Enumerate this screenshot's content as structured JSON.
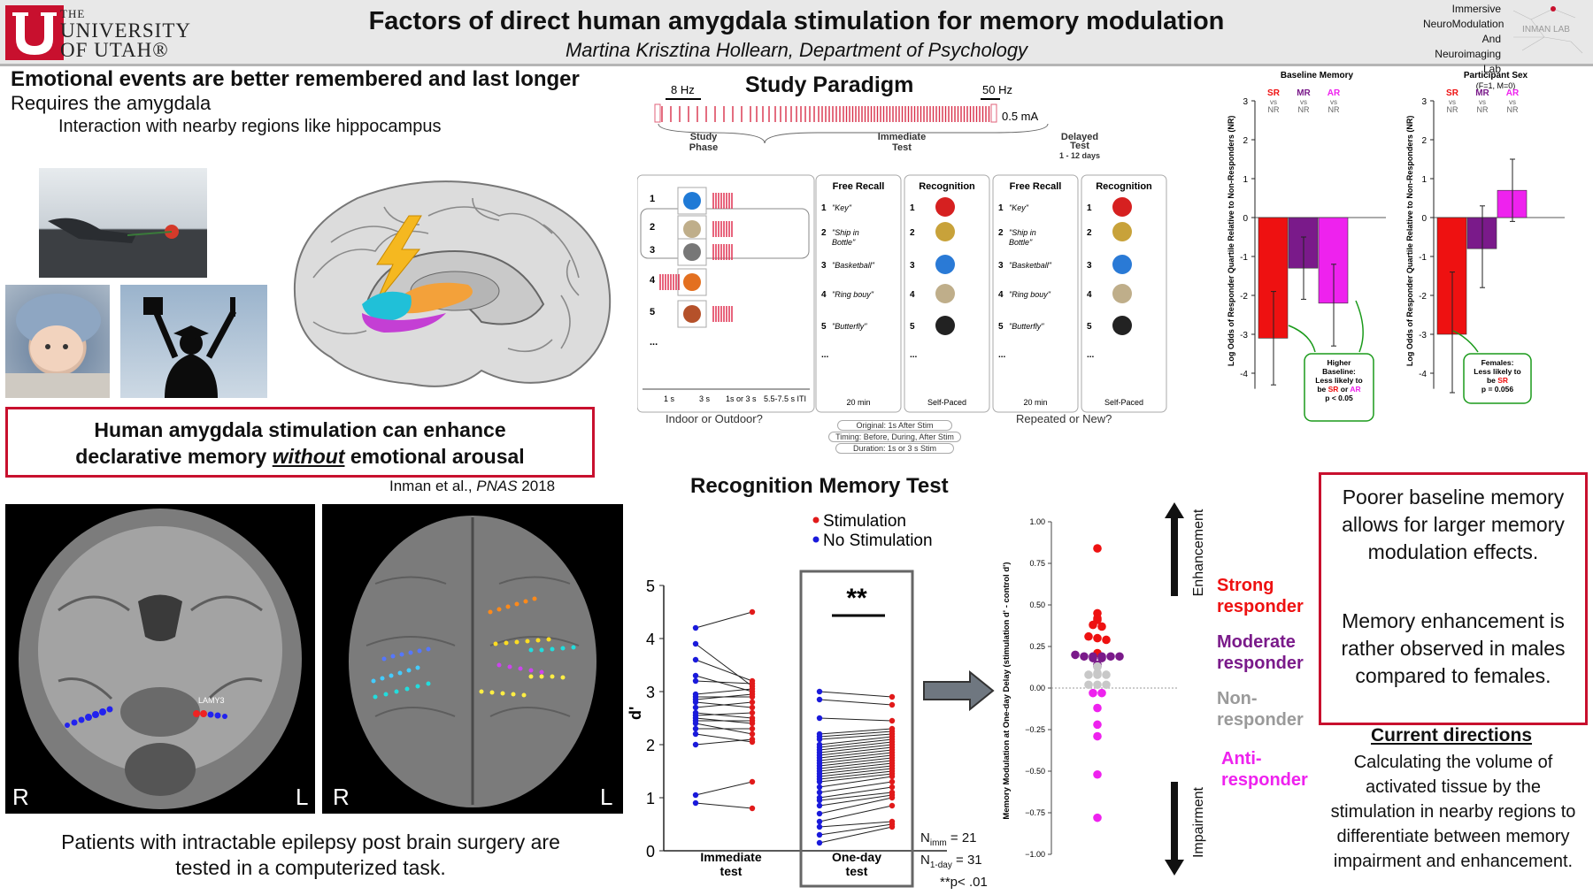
{
  "header": {
    "title": "Factors of direct human amygdala stimulation for memory modulation",
    "subtitle": "Martina Krisztina Hollearn, Department of Psychology",
    "university": {
      "the": "THE",
      "name1": "UNIVERSITY",
      "name2": "OF UTAH®"
    },
    "lab": {
      "line1": "Immersive",
      "line2": "NeuroModulation",
      "line3": "And Neuroimaging",
      "line4": "Lab",
      "logo_text": "INMAN LAB"
    }
  },
  "intro": {
    "heading": "Emotional events are better remembered and last longer",
    "line1": "Requires the amygdala",
    "line2": "Interaction with nearby regions like hippocampus"
  },
  "highlight": {
    "line1": "Human amygdala stimulation can enhance",
    "line2_pre": "declarative memory ",
    "line2_em": "without",
    "line2_post": " emotional arousal"
  },
  "citation": {
    "authors": "Inman et al., ",
    "journal": "PNAS",
    "year": " 2018"
  },
  "mri": {
    "left_R": "R",
    "left_L": "L",
    "right_R": "R",
    "right_L": "L",
    "electrode_label": "LAMY3"
  },
  "patients": {
    "line1": "Patients with intractable epilepsy post brain surgery are",
    "line2": "tested in a computerized task."
  },
  "paradigm": {
    "title": "Study Paradigm",
    "freq_low": "8 Hz",
    "freq_high": "50 Hz",
    "current": "0.5 mA",
    "phase_study": "Study\nPhase",
    "phase_immediate": "Immediate\nTest",
    "phase_delayed": "Delayed\nTest",
    "phase_delay_days": "1 - 12 days",
    "study_items": [
      "1",
      "2",
      "3",
      "4",
      "5",
      "..."
    ],
    "timing": [
      "1 s",
      "3 s",
      "1s or 3 s",
      "5.5-7.5 s ITI"
    ],
    "study_question": "Indoor or Outdoor?",
    "free_recall_title": "Free Recall",
    "recognition_title": "Recognition",
    "free_recall_items": [
      {
        "n": "1",
        "w": "\"Key\""
      },
      {
        "n": "2",
        "w": "\"Ship in Bottle\""
      },
      {
        "n": "3",
        "w": "\"Basketball\""
      },
      {
        "n": "4",
        "w": "\"Ring bouy\""
      },
      {
        "n": "5",
        "w": "\"Butterfly\""
      },
      {
        "n": "...",
        "w": ""
      }
    ],
    "recognition_items": [
      "1",
      "2",
      "3",
      "4",
      "5",
      "..."
    ],
    "time_20min": "20 min",
    "self_paced": "Self-Paced",
    "test_question": "Repeated or New?",
    "stim_original": "Original: 1s After Stim",
    "stim_timing": "Timing: Before, During, After Stim",
    "stim_duration": "Duration: 1s or 3 s Stim"
  },
  "recog": {
    "title": "Recognition Memory Test",
    "legend_stim": "Stimulation",
    "legend_nostim": "No Stimulation",
    "ylabel": "d'",
    "yticks": [
      "0",
      "1",
      "2",
      "3",
      "4",
      "5"
    ],
    "cat1": "Immediate\ntest",
    "cat2": "One-day\ntest",
    "sig": "**",
    "n_imm_pre": "N",
    "n_imm_sub": "imm",
    "n_imm_val": " = 21",
    "n_day_pre": "N",
    "n_day_sub": "1-day",
    "n_day_val": " = 31",
    "pnote": "**p< .01"
  },
  "chart_data": [
    {
      "type": "scatter",
      "title": "Recognition Memory Test",
      "ylabel": "d'",
      "ylim": [
        0,
        5
      ],
      "categories": [
        "Immediate test",
        "One-day test"
      ],
      "series": [
        {
          "name": "No Stimulation",
          "color": "#1a1adb",
          "immediate": [
            4.2,
            3.9,
            3.6,
            3.3,
            3.2,
            2.95,
            2.9,
            2.85,
            2.8,
            2.7,
            2.6,
            2.55,
            2.5,
            2.45,
            2.4,
            2.3,
            2.2,
            2.0,
            1.05,
            0.9
          ],
          "one_day": [
            3.0,
            2.85,
            2.5,
            2.2,
            2.15,
            2.1,
            2.0,
            1.95,
            1.9,
            1.85,
            1.8,
            1.75,
            1.7,
            1.65,
            1.6,
            1.55,
            1.5,
            1.45,
            1.4,
            1.35,
            1.3,
            1.2,
            1.1,
            1.0,
            0.95,
            0.85,
            0.7,
            0.55,
            0.45,
            0.3,
            0.15
          ]
        },
        {
          "name": "Stimulation",
          "color": "#e11a1a",
          "immediate": [
            4.5,
            3.2,
            3.15,
            3.1,
            3.05,
            3.0,
            2.95,
            2.9,
            2.8,
            2.7,
            2.6,
            2.5,
            2.45,
            2.4,
            2.3,
            2.2,
            2.1,
            2.05,
            1.3,
            0.8
          ],
          "one_day": [
            2.9,
            2.75,
            2.45,
            2.3,
            2.25,
            2.2,
            2.15,
            2.1,
            2.05,
            2.0,
            1.95,
            1.9,
            1.85,
            1.8,
            1.75,
            1.7,
            1.65,
            1.6,
            1.55,
            1.5,
            1.45,
            1.4,
            1.3,
            1.2,
            1.1,
            1.05,
            1.0,
            0.85,
            0.55,
            0.5,
            0.45
          ]
        }
      ]
    },
    {
      "type": "scatter",
      "ylabel": "Memory Modulation at One-day Delay (stimulation d' - control d')",
      "ylim": [
        -1.0,
        1.0
      ],
      "yticks": [
        "1.00",
        "0.75",
        "0.50",
        "0.25",
        "0.00",
        "−0.25",
        "−0.50",
        "−0.75",
        "−1.00"
      ],
      "groups": [
        {
          "name": "Strong responder",
          "color": "#ee1111",
          "values": [
            0.84,
            0.45,
            0.42,
            0.41,
            0.38,
            0.37,
            0.31,
            0.3,
            0.29,
            0.21
          ]
        },
        {
          "name": "Moderate responder",
          "color": "#7a1a8a",
          "values": [
            0.2,
            0.19,
            0.19,
            0.19,
            0.19,
            0.19,
            0.18,
            0.18,
            0.14,
            0.13
          ]
        },
        {
          "name": "Non-responder",
          "color": "#c8c8c8",
          "values": [
            0.13,
            0.09,
            0.08,
            0.08,
            0.08,
            0.02,
            0.02,
            0.02
          ]
        },
        {
          "name": "Anti-responder",
          "color": "#ee22ee",
          "values": [
            -0.03,
            -0.03,
            -0.12,
            -0.22,
            -0.29,
            -0.52,
            -0.78
          ]
        }
      ]
    },
    {
      "type": "bar",
      "title": "Baseline Memory",
      "ylabel": "Log Odds of Responder Quartile Relative to Non-Responders (NR)",
      "ylim": [
        -4.5,
        3
      ],
      "categories": [
        "SR vs NR",
        "MR vs NR",
        "AR vs NR"
      ],
      "values": [
        -3.1,
        -1.3,
        -2.2
      ],
      "errors": [
        [
          -4.3,
          -1.9
        ],
        [
          -2.1,
          -0.5
        ],
        [
          -3.3,
          -1.2
        ]
      ],
      "colors": [
        "#ee1111",
        "#7a1a8a",
        "#ee22ee"
      ],
      "annotation": "Higher Baseline: Less likely to be SR or AR p < 0.05"
    },
    {
      "type": "bar",
      "title": "Participant Sex",
      "subtitle": "(F=1, M=0)",
      "ylabel": "Log Odds of Responder Quartile Relative to Non-Responders (NR)",
      "ylim": [
        -4.5,
        3
      ],
      "categories": [
        "SR vs NR",
        "MR vs NR",
        "AR vs NR"
      ],
      "values": [
        -3.0,
        -0.8,
        0.7
      ],
      "errors": [
        [
          -4.5,
          -1.4
        ],
        [
          -1.8,
          0.3
        ],
        [
          -0.1,
          1.5
        ]
      ],
      "colors": [
        "#ee1111",
        "#7a1a8a",
        "#ee22ee"
      ],
      "annotation": "Females: Less likely to be SR p = 0.056"
    }
  ],
  "modulation": {
    "enhancement": "Enhancement",
    "impairment": "Impairment",
    "strong": "Strong\nresponder",
    "moderate": "Moderate\nresponder",
    "non": "Non-\nresponder",
    "anti": "Anti-\nresponder"
  },
  "bars": {
    "baseline_title": "Baseline Memory",
    "sex_title": "Participant Sex",
    "sex_sub": "(F=1, M=0)",
    "yticks": [
      "3",
      "2",
      "1",
      "0",
      "-1",
      "-2",
      "-3",
      "-4"
    ],
    "col_labels": [
      {
        "a": "SR",
        "b": "vs",
        "c": "NR",
        "color": "#ee1111"
      },
      {
        "a": "MR",
        "b": "vs",
        "c": "NR",
        "color": "#7a1a8a"
      },
      {
        "a": "AR",
        "b": "vs",
        "c": "NR",
        "color": "#ee22ee"
      }
    ],
    "anno1_lines": [
      "Higher",
      "Baseline:",
      "Less likely to",
      "be ",
      "p < 0.05"
    ],
    "anno1_sr": "SR",
    "anno1_or": " or ",
    "anno1_ar": "AR",
    "anno2_lines": [
      "Females:",
      "Less likely to",
      "be ",
      "p = 0.056"
    ],
    "anno2_sr": "SR"
  },
  "findings": {
    "p1": "Poorer baseline memory allows for larger memory modulation effects.",
    "p2": "Memory enhancement is rather observed in males compared to females."
  },
  "current": {
    "heading": "Current directions",
    "body": "Calculating the volume of activated tissue by the stimulation in nearby regions to differentiate between memory impairment and enhancement."
  }
}
